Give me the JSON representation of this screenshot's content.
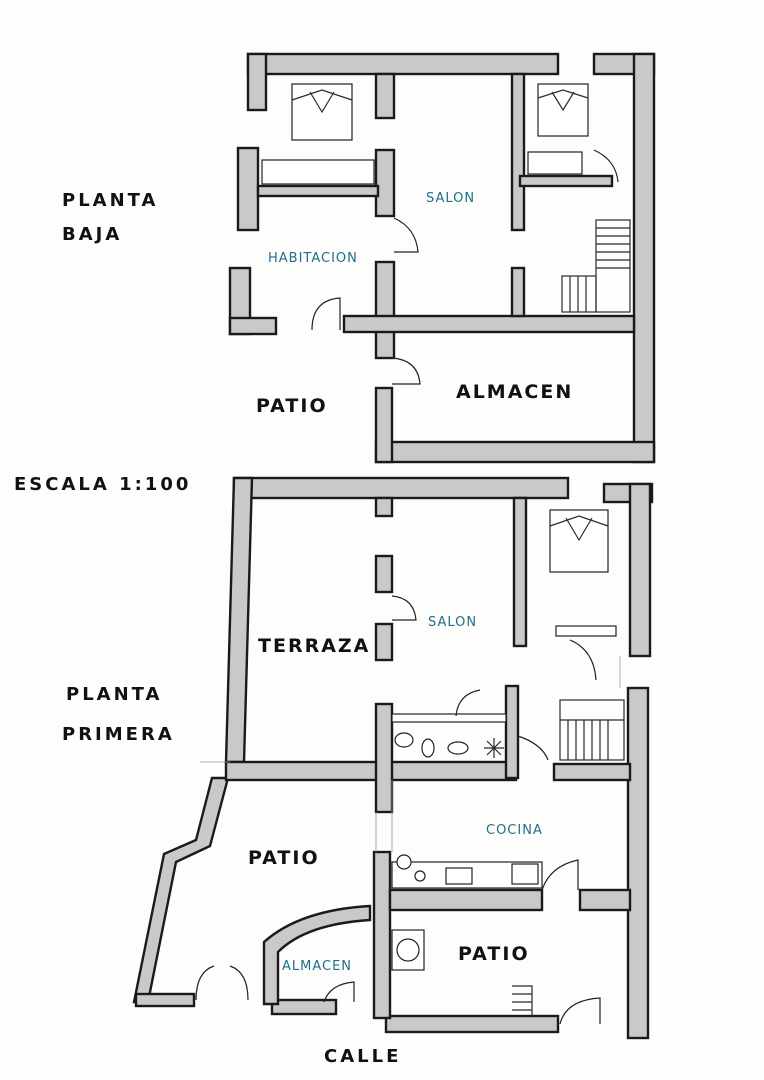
{
  "ground_floor": {
    "heading_line1": "PLANTA",
    "heading_line2": "BAJA",
    "rooms": {
      "salon": "SALON",
      "habitacion": "HABITACION",
      "patio": "PATIO",
      "almacen": "ALMACEN"
    }
  },
  "scale_label": "ESCALA 1:100",
  "first_floor": {
    "heading_line1": "PLANTA",
    "heading_line2": "PRIMERA",
    "rooms": {
      "terraza": "TERRAZA",
      "salon": "SALON",
      "patio_left": "PATIO",
      "cocina": "COCINA",
      "patio_right": "PATIO",
      "almacen": "ALMACEN"
    }
  },
  "street_label": "CALLE"
}
